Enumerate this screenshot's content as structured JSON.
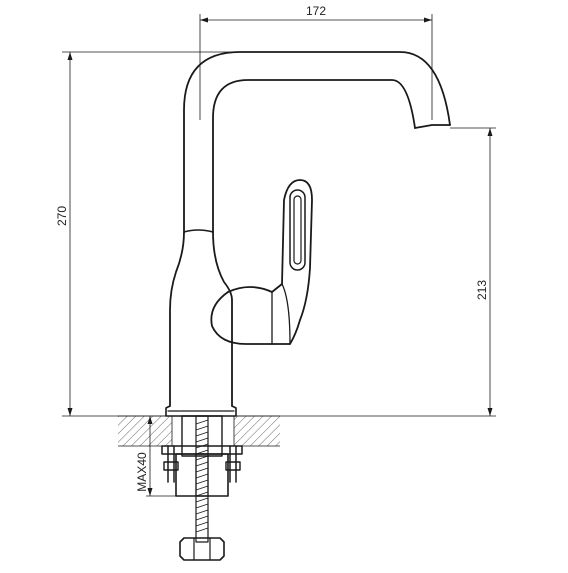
{
  "dimensions": {
    "width": "172",
    "height_total": "270",
    "spout_height": "213",
    "max_thickness": "MAX40"
  },
  "colors": {
    "line": "#1a1a1a",
    "hatch": "#555555",
    "background": "#ffffff"
  }
}
